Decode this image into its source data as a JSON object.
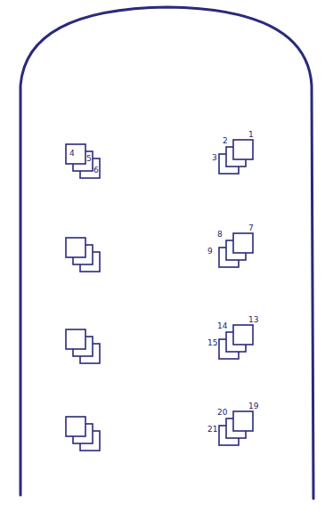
{
  "diagram": {
    "labels": [
      "4",
      "5",
      "6",
      "3",
      "2",
      "1",
      "9",
      "8",
      "7",
      "15",
      "14",
      "13",
      "21",
      "20",
      "19"
    ]
  }
}
